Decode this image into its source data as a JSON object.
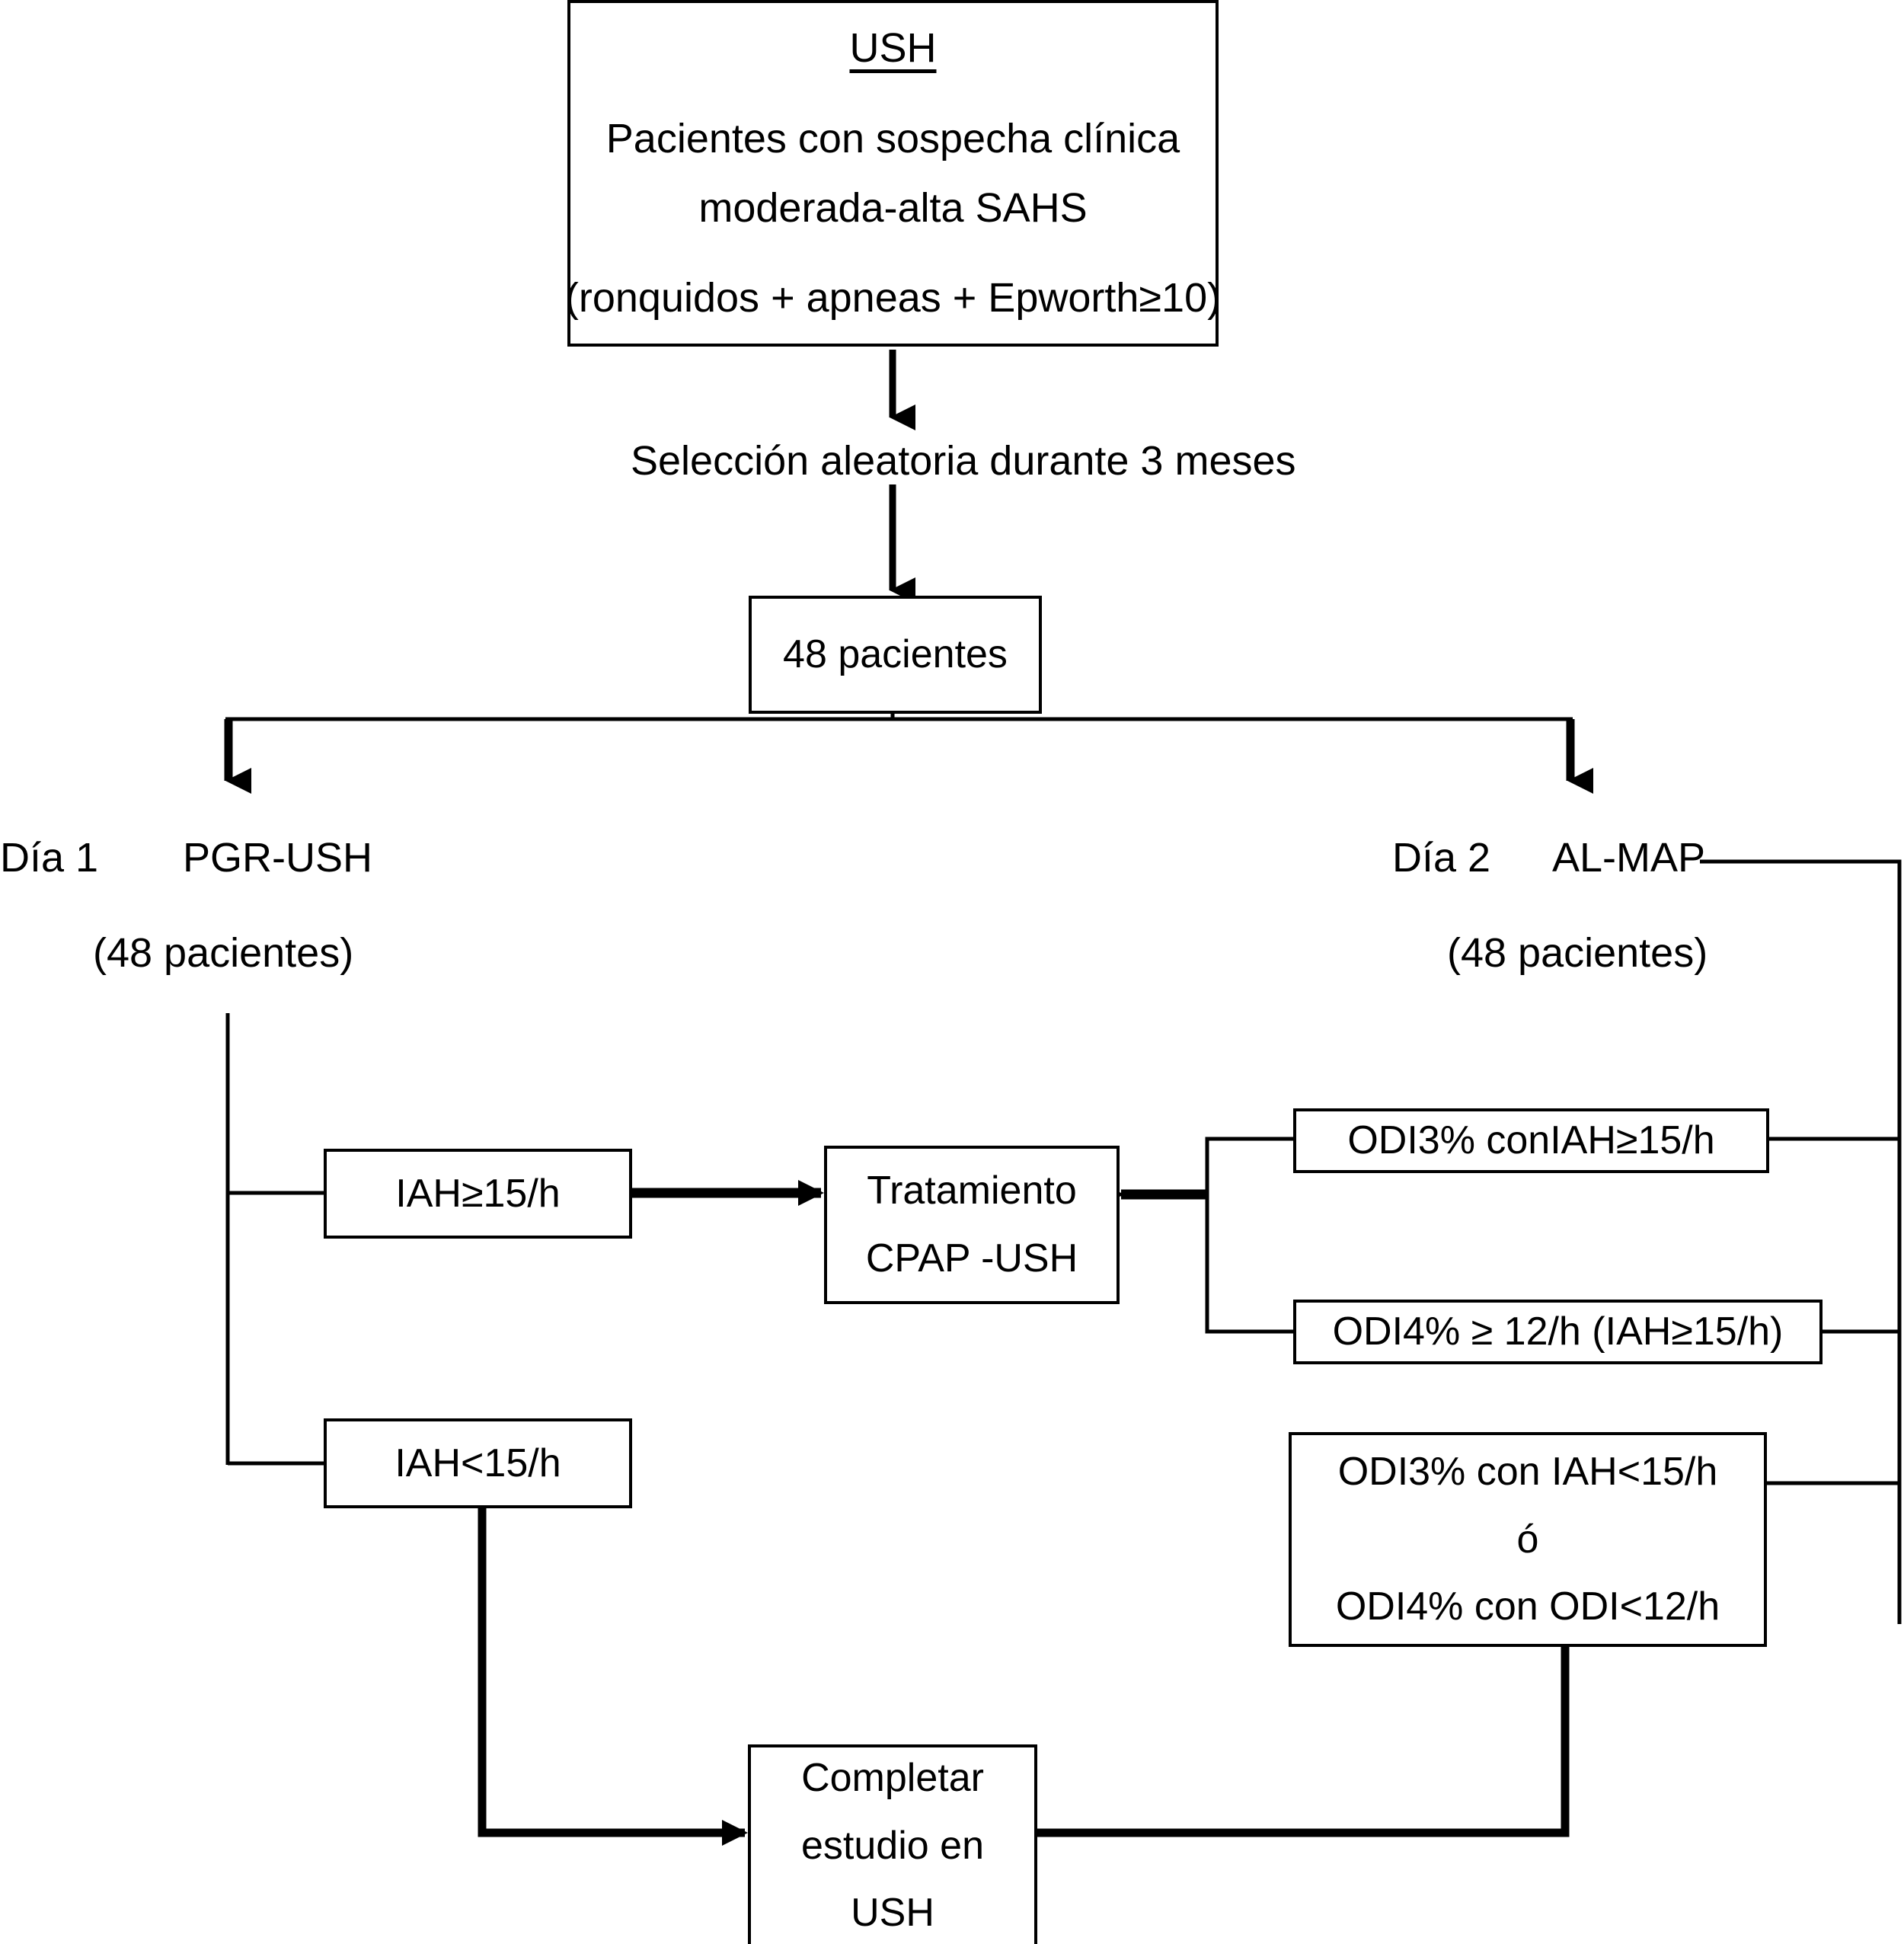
{
  "diagram": {
    "title": "Flujo del estudio USH",
    "type": "flowchart",
    "colors": {
      "stroke": "#000000",
      "fill": "#ffffff",
      "text": "#000000"
    },
    "nodes": {
      "ush": {
        "id": "ush",
        "heading": "USH",
        "line1": "Pacientes con sospecha clínica",
        "line2": "moderada-alta SAHS",
        "line3": "(ronquidos + apneas + Epworth≥10)"
      },
      "seleccion": {
        "label": "Selección aleatoria durante 3 meses"
      },
      "pacientes48": {
        "label": "48 pacientes"
      },
      "dia1": {
        "day": "Día 1",
        "arm": "PGR-USH",
        "count": "(48 pacientes)"
      },
      "dia2": {
        "day": "Día 2",
        "arm": "AL-MAP",
        "count": "(48 pacientes)"
      },
      "iah_high": {
        "label": "IAH≥15/h"
      },
      "iah_low": {
        "label": "IAH<15/h"
      },
      "tratamiento": {
        "line1": "Tratamiento",
        "line2": "CPAP -USH"
      },
      "odi3_high": {
        "label": "ODI3% conIAH≥15/h"
      },
      "odi4_high": {
        "label": "ODI4% ≥ 12/h (IAH≥15/h)"
      },
      "odi_low": {
        "line1": "ODI3% con IAH<15/h",
        "line2": "ó",
        "line3": "ODI4% con ODI<12/h"
      },
      "completar": {
        "line1": "Completar",
        "line2": "estudio en",
        "line3": "USH"
      }
    },
    "edges": [
      {
        "from": "ush",
        "to": "seleccion",
        "arrow": "down"
      },
      {
        "from": "seleccion",
        "to": "pacientes48",
        "arrow": "down"
      },
      {
        "from": "pacientes48",
        "to": "dia1",
        "arrow": "down-left"
      },
      {
        "from": "pacientes48",
        "to": "dia2",
        "arrow": "down-right"
      },
      {
        "from": "dia1",
        "to": "iah_high",
        "arrow": "none"
      },
      {
        "from": "dia1",
        "to": "iah_low",
        "arrow": "none"
      },
      {
        "from": "iah_high",
        "to": "tratamiento",
        "arrow": "right"
      },
      {
        "from": "iah_low",
        "to": "completar",
        "arrow": "right"
      },
      {
        "from": "dia2",
        "to": "odi3_high",
        "arrow": "none"
      },
      {
        "from": "dia2",
        "to": "odi4_high",
        "arrow": "none"
      },
      {
        "from": "dia2",
        "to": "odi_low",
        "arrow": "none"
      },
      {
        "from": "odi3_high",
        "to": "tratamiento",
        "arrow": "left"
      },
      {
        "from": "odi4_high",
        "to": "tratamiento",
        "arrow": "left"
      },
      {
        "from": "odi_low",
        "to": "completar",
        "arrow": "left"
      }
    ]
  }
}
